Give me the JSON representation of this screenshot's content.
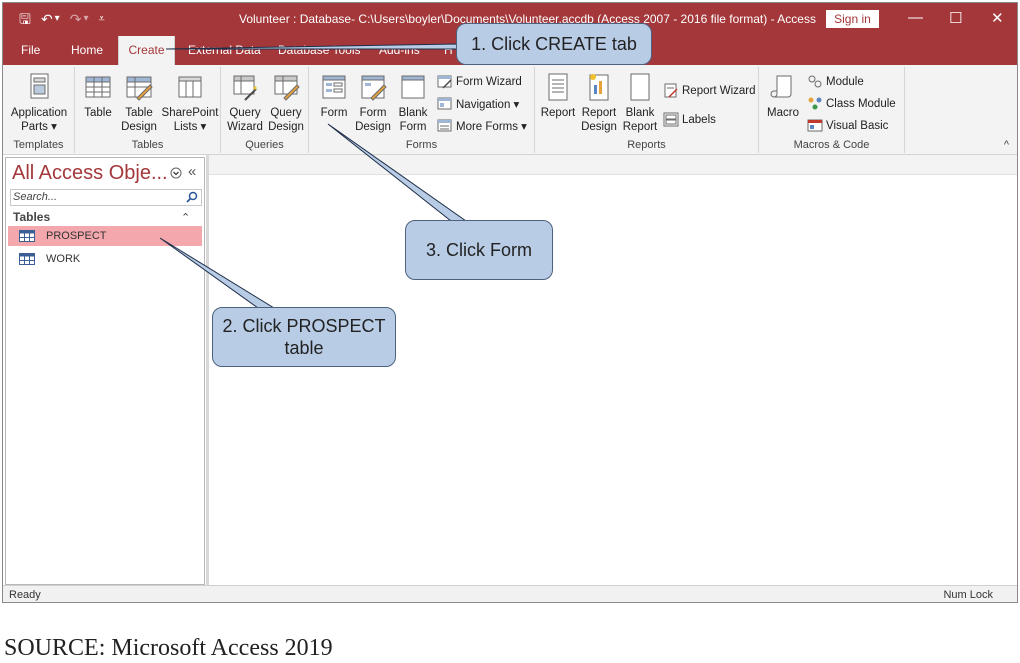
{
  "window": {
    "title": "Volunteer : Database- C:\\Users\\boyler\\Documents\\Volunteer.accdb (Access 2007 - 2016 file format)  -  Access",
    "sign_in": "Sign in",
    "minimize": "—",
    "restore": "☐",
    "close": "✕",
    "qat": {
      "save": "🖫",
      "undo": "↶",
      "undo_drop": "▾",
      "redo": "↷",
      "redo_drop": "▾",
      "customize": "⩡"
    }
  },
  "tabs": [
    {
      "label": "File"
    },
    {
      "label": "Home"
    },
    {
      "label": "Create",
      "active": true
    },
    {
      "label": "External Data"
    },
    {
      "label": "Database Tools"
    },
    {
      "label": "Add-ins"
    },
    {
      "label": "H"
    }
  ],
  "ribbon": {
    "templates": {
      "label": "Templates",
      "application_parts": [
        "Application",
        "Parts ▾"
      ]
    },
    "tables": {
      "label": "Tables",
      "table": "Table",
      "table_design": [
        "Table",
        "Design"
      ],
      "sharepoint_lists": [
        "SharePoint",
        "Lists ▾"
      ]
    },
    "queries": {
      "label": "Queries",
      "query_wizard": [
        "Query",
        "Wizard"
      ],
      "query_design": [
        "Query",
        "Design"
      ]
    },
    "forms": {
      "label": "Forms",
      "form": "Form",
      "form_design": [
        "Form",
        "Design"
      ],
      "blank_form": [
        "Blank",
        "Form"
      ],
      "form_wizard": "Form Wizard",
      "navigation": "Navigation ▾",
      "more_forms": "More Forms ▾"
    },
    "reports": {
      "label": "Reports",
      "report": "Report",
      "report_design": [
        "Report",
        "Design"
      ],
      "blank_report": [
        "Blank",
        "Report"
      ],
      "report_wizard": "Report Wizard",
      "labels": "Labels"
    },
    "macros": {
      "label": "Macros & Code",
      "macro": "Macro",
      "module": "Module",
      "class_module": "Class Module",
      "visual_basic": "Visual Basic"
    },
    "collapse": "^"
  },
  "nav_pane": {
    "title": "All Access Obje...",
    "search_placeholder": "Search...",
    "section": "Tables",
    "items": [
      {
        "label": "PROSPECT",
        "selected": true
      },
      {
        "label": "WORK",
        "selected": false
      }
    ]
  },
  "status": {
    "left": "Ready",
    "right": "Num Lock"
  },
  "callouts": {
    "step1": "1. Click CREATE tab",
    "step2_line1": "2. Click PROSPECT",
    "step2_line2": "table",
    "step3": "3. Click Form"
  },
  "source": "SOURCE: Microsoft Access 2019",
  "colors": {
    "title_bar": "#a4373a",
    "ribbon": "#f3f3f3",
    "selection": "#f4a8ad",
    "callout_fill": "#b8cce6",
    "callout_border": "#4e6280"
  }
}
